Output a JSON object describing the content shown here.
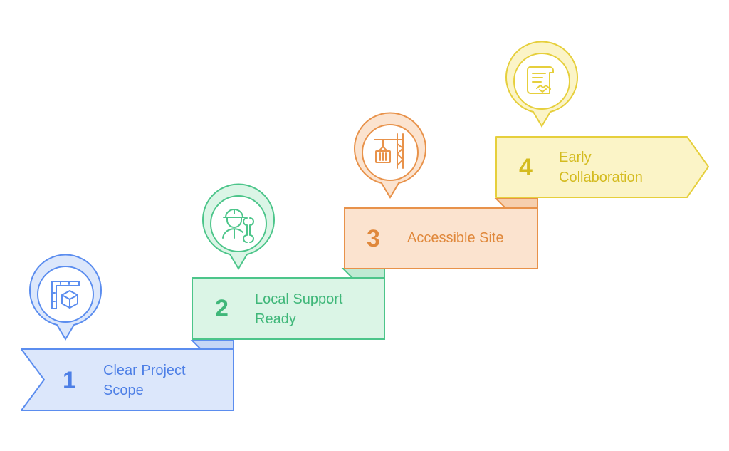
{
  "steps": [
    {
      "number": "1",
      "label": "Clear Project\nScope",
      "icon": "blueprint-box-icon"
    },
    {
      "number": "2",
      "label": "Local Support\nReady",
      "icon": "worker-wrench-icon"
    },
    {
      "number": "3",
      "label": "Accessible Site",
      "icon": "crane-container-icon"
    },
    {
      "number": "4",
      "label": "Early\nCollaboration",
      "icon": "contract-handshake-icon"
    }
  ],
  "colors": {
    "step1": {
      "stroke": "#5b8def",
      "fill": "#dce7fb",
      "text": "#4d7fe6"
    },
    "step2": {
      "stroke": "#4cc58a",
      "fill": "#dbf5e6",
      "text": "#3fb779"
    },
    "step3": {
      "stroke": "#e8924a",
      "fill": "#fbe3cf",
      "text": "#e0883b"
    },
    "step4": {
      "stroke": "#e6cf3c",
      "fill": "#fbf4c7",
      "text": "#d4bb1f"
    }
  }
}
